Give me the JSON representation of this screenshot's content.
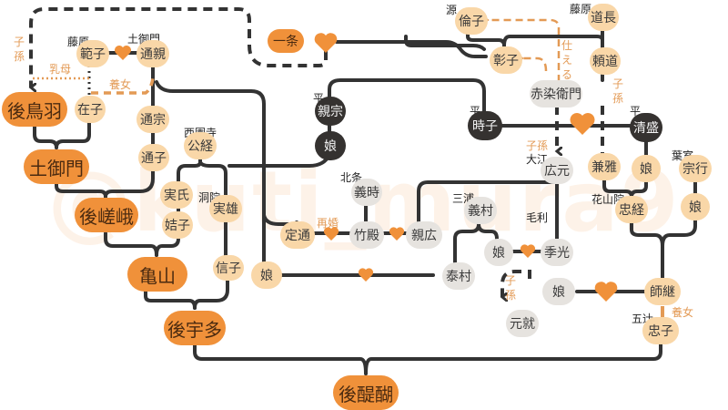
{
  "watermark": "@kuti_mura9",
  "colors": {
    "emperor": "#f0913a",
    "noble": "#f9d7a8",
    "warrior": "#e6e3df",
    "taira": "#353230",
    "line": "#333333",
    "relation": "#e39a55",
    "heart": "#f0913a"
  },
  "legend_relations": {
    "grandchild": "子孫",
    "wet_nurse": "乳母",
    "adopted_daughter": "養女",
    "served": "仕える",
    "remarriage": "再婚"
  },
  "people": {
    "gotoba": {
      "name": "後鳥羽",
      "type": "emperor"
    },
    "tsuchimikado": {
      "name": "土御門",
      "type": "emperor"
    },
    "gosaga": {
      "name": "後嵯峨",
      "type": "emperor"
    },
    "kameyama": {
      "name": "亀山",
      "type": "emperor"
    },
    "gouda": {
      "name": "後宇多",
      "type": "emperor"
    },
    "godaigo": {
      "name": "後醍醐",
      "type": "emperor"
    },
    "ichijo": {
      "name": "一条",
      "type": "emperor"
    },
    "hanko": {
      "name": "範子",
      "clan": "藤原",
      "type": "noble"
    },
    "michichika": {
      "name": "通親",
      "clan": "土御門",
      "type": "noble"
    },
    "zaishi": {
      "name": "在子",
      "type": "noble"
    },
    "michimune": {
      "name": "通宗",
      "type": "noble"
    },
    "michiko": {
      "name": "通子",
      "type": "noble"
    },
    "kintsune": {
      "name": "公経",
      "clan": "西園寺",
      "type": "noble"
    },
    "saneuji": {
      "name": "実氏",
      "type": "noble"
    },
    "kitsushi": {
      "name": "姞子",
      "type": "noble"
    },
    "saneo": {
      "name": "実雄",
      "clan": "洞院",
      "type": "noble"
    },
    "shinshi": {
      "name": "信子",
      "type": "noble"
    },
    "musume_a": {
      "name": "娘",
      "type": "noble"
    },
    "sadamichi": {
      "name": "定通",
      "type": "noble"
    },
    "chikamune": {
      "name": "親宗",
      "clan": "平",
      "type": "taira"
    },
    "musume_taira": {
      "name": "娘",
      "type": "taira"
    },
    "tokiko": {
      "name": "時子",
      "clan": "平",
      "type": "taira"
    },
    "kiyomori": {
      "name": "清盛",
      "clan": "平",
      "type": "taira"
    },
    "rinshi": {
      "name": "倫子",
      "clan": "源",
      "type": "noble"
    },
    "shoshi": {
      "name": "彰子",
      "type": "noble"
    },
    "michinaga": {
      "name": "道長",
      "clan": "藤原",
      "type": "noble"
    },
    "yorimichi": {
      "name": "頼道",
      "type": "noble"
    },
    "akazome": {
      "name": "赤染衛門",
      "type": "warrior"
    },
    "hiromoto": {
      "name": "広元",
      "clan": "大江",
      "type": "warrior"
    },
    "kanemasa": {
      "name": "兼雅",
      "type": "noble"
    },
    "musume_kiyo": {
      "name": "娘",
      "type": "noble"
    },
    "munayuki": {
      "name": "宗行",
      "clan": "葉室",
      "type": "noble"
    },
    "musume_muna": {
      "name": "娘",
      "type": "noble"
    },
    "tadatsune": {
      "name": "忠経",
      "clan": "花山院",
      "type": "noble"
    },
    "morotsugu": {
      "name": "師継",
      "type": "noble"
    },
    "tadako": {
      "name": "忠子",
      "clan": "五辻",
      "type": "noble"
    },
    "yoshitoki": {
      "name": "義時",
      "clan": "北条",
      "type": "warrior"
    },
    "takedono": {
      "name": "竹殿",
      "type": "warrior"
    },
    "chikahiro": {
      "name": "親広",
      "type": "warrior"
    },
    "yoshimura": {
      "name": "義村",
      "clan": "三浦",
      "type": "warrior"
    },
    "musume_miura": {
      "name": "娘",
      "type": "warrior"
    },
    "suemitsu": {
      "name": "季光",
      "clan": "毛利",
      "type": "warrior"
    },
    "yasumura": {
      "name": "泰村",
      "type": "warrior"
    },
    "musume_mori": {
      "name": "娘",
      "type": "warrior"
    },
    "motonari": {
      "name": "元就",
      "type": "warrior"
    }
  }
}
